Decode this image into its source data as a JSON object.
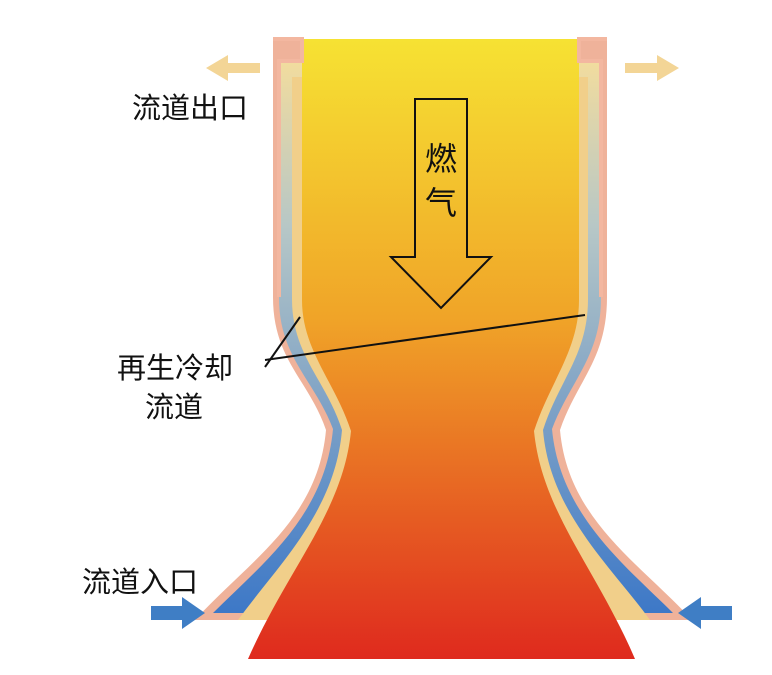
{
  "labels": {
    "outlet": "流道出口",
    "gas_line1": "燃",
    "gas_line2": "气",
    "channel_line1": "再生冷却",
    "channel_line2": "流道",
    "inlet": "流道入口"
  },
  "colors": {
    "outer_wall": "#efb29a",
    "cool_channel": "#4f7ec8",
    "inner_wall": "#f1cf8a",
    "gas_top": "#f6e233",
    "gas_mid": "#f0a428",
    "gas_bottom": "#df2a1e",
    "outlet_arrow": "#f3d596",
    "inlet_arrow": "#3f7ec5",
    "line": "#111111"
  }
}
